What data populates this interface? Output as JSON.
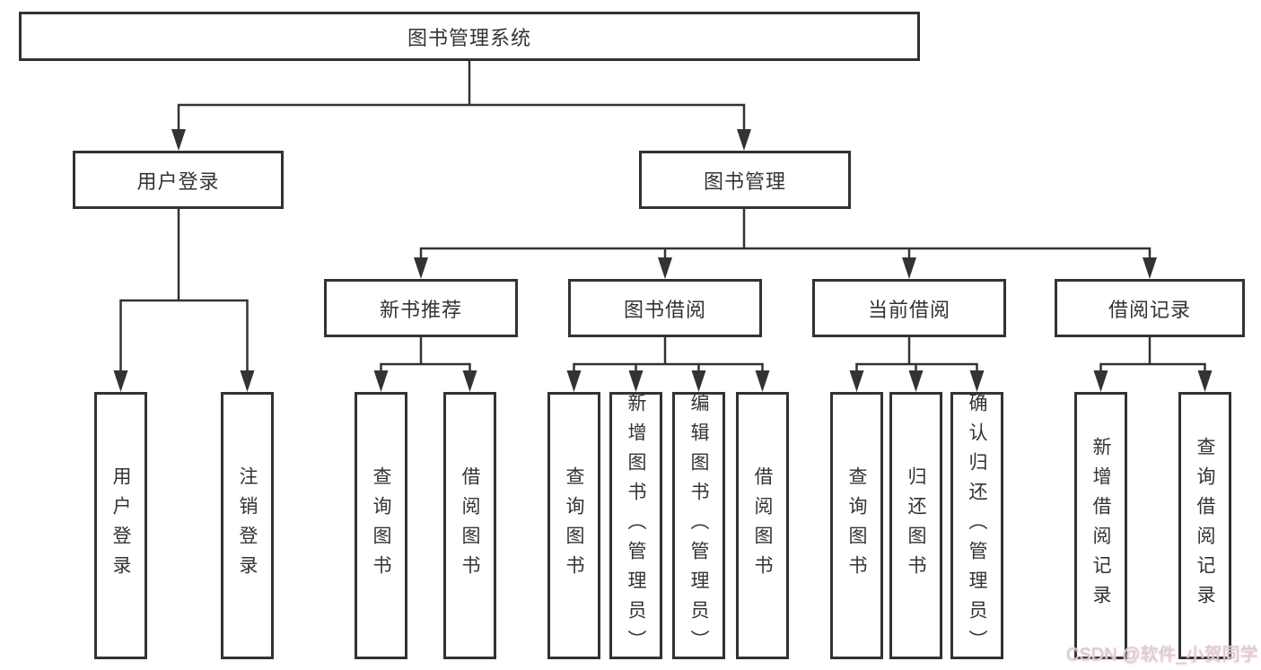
{
  "tree": {
    "root": {
      "label": "图书管理系统"
    },
    "level2": [
      {
        "id": "user-login",
        "label": "用户登录"
      },
      {
        "id": "book-management",
        "label": "图书管理"
      }
    ],
    "level3": [
      {
        "id": "new-book-recommend",
        "label": "新书推荐"
      },
      {
        "id": "book-borrowing",
        "label": "图书借阅"
      },
      {
        "id": "current-borrowing",
        "label": "当前借阅"
      },
      {
        "id": "borrowing-records",
        "label": "借阅记录"
      }
    ],
    "leaves": {
      "user_login": [
        {
          "label": "用户登录"
        },
        {
          "label": "注销登录"
        }
      ],
      "new_book_recommend": [
        {
          "label": "查询图书"
        },
        {
          "label": "借阅图书"
        }
      ],
      "book_borrowing": [
        {
          "label": "查询图书"
        },
        {
          "label": "新增图书（管理员）"
        },
        {
          "label": "编辑图书（管理员）"
        },
        {
          "label": "借阅图书"
        }
      ],
      "current_borrowing": [
        {
          "label": "查询图书"
        },
        {
          "label": "归还图书"
        },
        {
          "label": "确认归还（管理员）"
        }
      ],
      "borrowing_records": [
        {
          "label": "新增借阅记录"
        },
        {
          "label": "查询借阅记录"
        }
      ]
    }
  },
  "watermark": {
    "text": "CSDN @软件_小贺同学"
  },
  "colors": {
    "line": "#333333",
    "box_border": "#323232",
    "text": "#333333",
    "background": "#ffffff",
    "watermark_text": "#d9ced1",
    "watermark_glow": "#efbfcb"
  }
}
